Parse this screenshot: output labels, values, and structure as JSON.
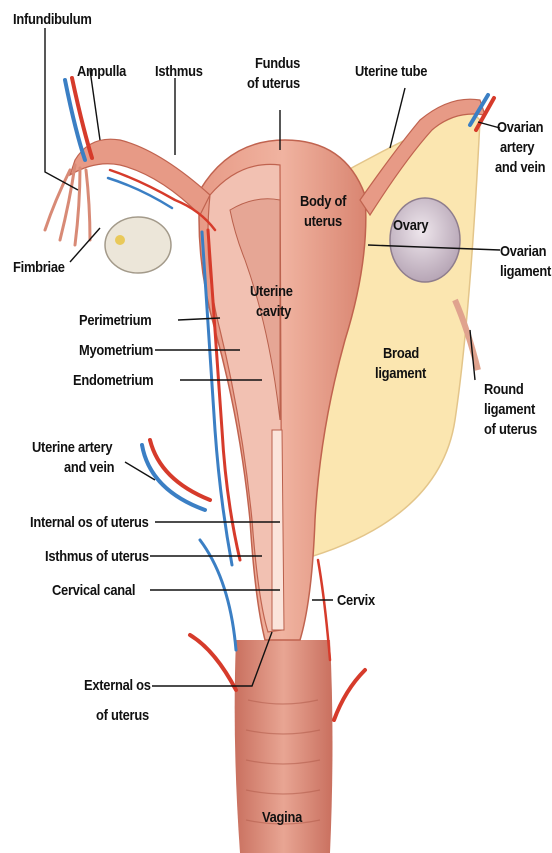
{
  "labels": {
    "infundibulum": "Infundibulum",
    "ampulla": "Ampulla",
    "isthmus": "Isthmus",
    "fundus_1": "Fundus",
    "fundus_2": "of uterus",
    "uterine_tube": "Uterine tube",
    "ovarian_artery_1": "Ovarian",
    "ovarian_artery_2": "artery",
    "ovarian_artery_3": "and vein",
    "body_1": "Body of",
    "body_2": "uterus",
    "ovary": "Ovary",
    "ovarian_ligament_1": "Ovarian",
    "ovarian_ligament_2": "ligament",
    "fimbriae": "Fimbriae",
    "uterine_cavity_1": "Uterine",
    "uterine_cavity_2": "cavity",
    "perimetrium": "Perimetrium",
    "myometrium": "Myometrium",
    "endometrium": "Endometrium",
    "broad_1": "Broad",
    "broad_2": "ligament",
    "round_1": "Round",
    "round_2": "ligament",
    "round_3": "of uterus",
    "uterine_artery_1": "Uterine artery",
    "uterine_artery_2": "and vein",
    "internal_os": "Internal os of uterus",
    "isthmus_of_uterus": "Isthmus of uterus",
    "cervical_canal": "Cervical canal",
    "cervix": "Cervix",
    "external_os_1": "External os",
    "external_os_2": "of uterus",
    "vagina": "Vagina"
  },
  "colors": {
    "tissue_pink": "#e8a08c",
    "tissue_dark": "#c86a55",
    "cavity": "#f2c4b8",
    "broad_ligament": "#fbe7b2",
    "ovary": "#d9cdd6",
    "artery": "#d63b2b",
    "vein": "#3b7fc4",
    "vagina": "#d98a7a"
  }
}
